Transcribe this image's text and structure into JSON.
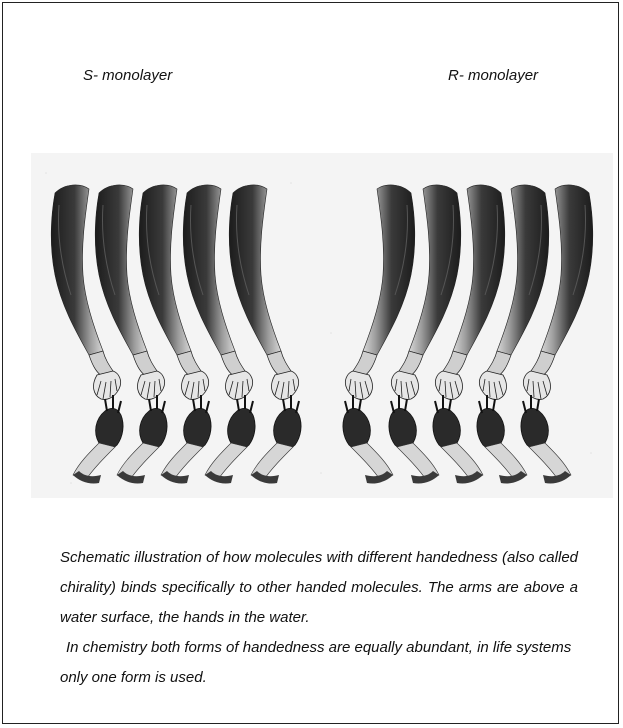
{
  "labels": {
    "left": "S- monolayer",
    "right": "R- monolayer"
  },
  "caption": {
    "paragraph1": "Schematic illustration of how molecules with different handedness (also called chirality) binds specifically to other handed molecules. The arms are above a water surface, the hands in the water.",
    "paragraph2": "In chemistry both forms of handedness are equally abundant, in life systems only one form is used."
  },
  "colors": {
    "ink": "#111111",
    "arm_dark": "#2a2a2a",
    "arm_mid": "#8a8a8a",
    "background_stipple": "#f4f4f4"
  },
  "icons": [
    "arm-with-hand-illustration"
  ]
}
